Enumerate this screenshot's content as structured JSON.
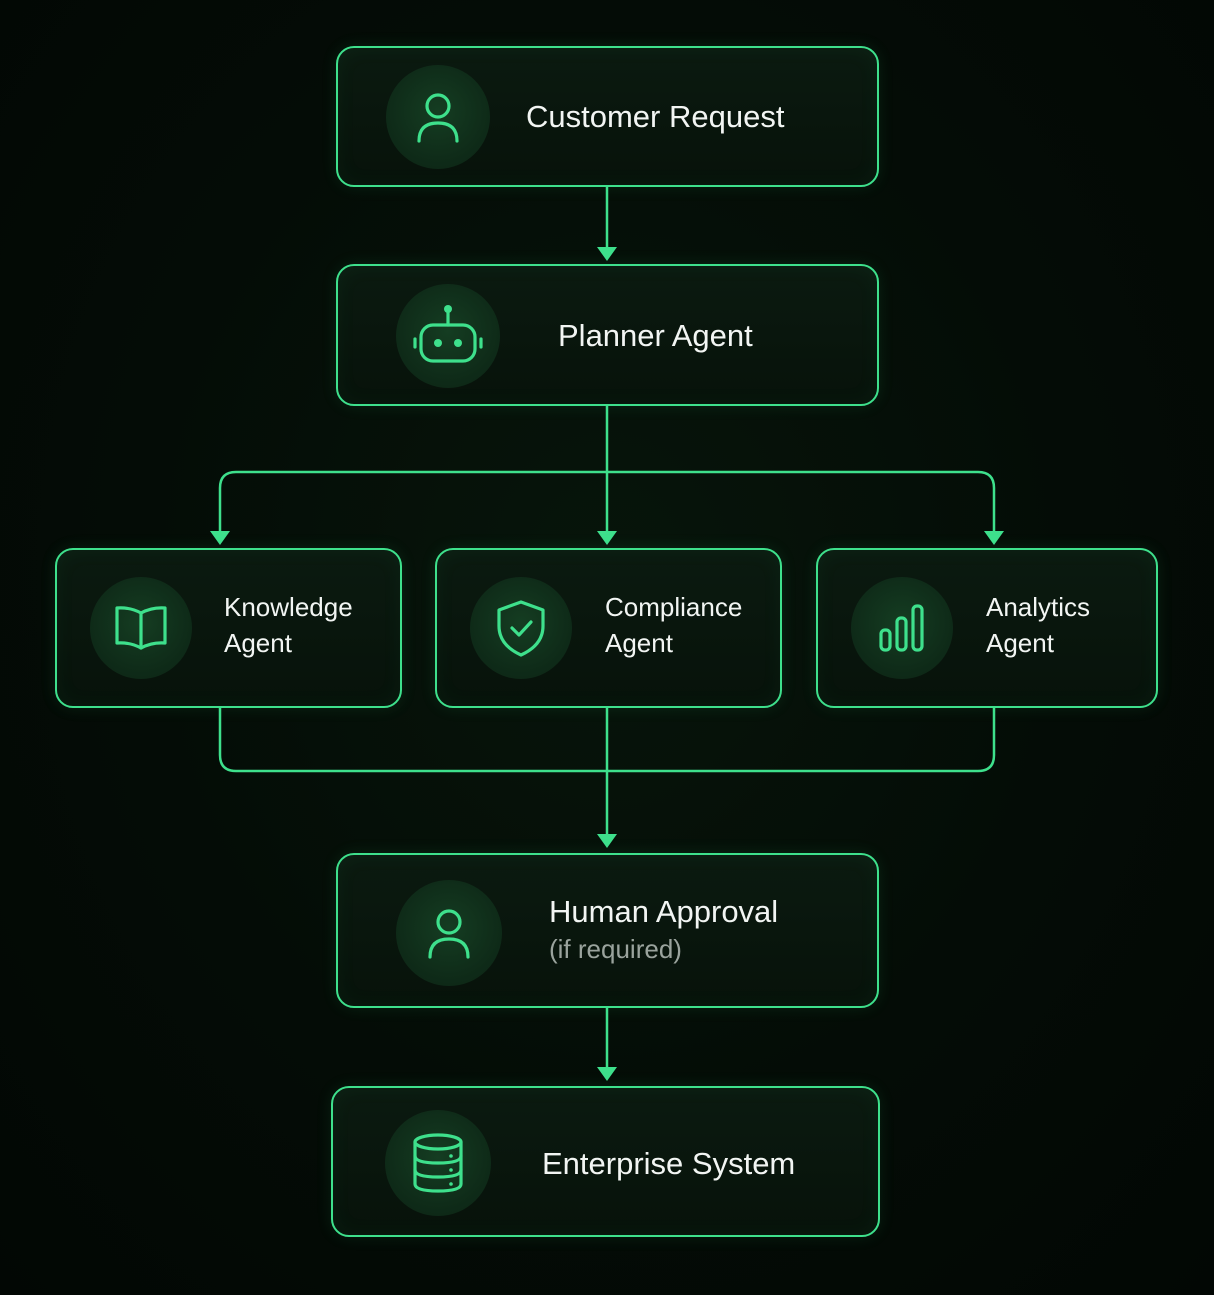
{
  "colors": {
    "background": "#030a05",
    "accent": "#3ee08c",
    "node_fill": "#0a1810",
    "icon_circle": "#113320",
    "text": "#f2f5f3",
    "subtext": "#9aa39d"
  },
  "nodes": {
    "customer_request": {
      "label": "Customer Request",
      "icon": "user-icon"
    },
    "planner_agent": {
      "label": "Planner Agent",
      "icon": "robot-icon"
    },
    "knowledge_agent": {
      "label_line1": "Knowledge",
      "label_line2": "Agent",
      "icon": "book-icon"
    },
    "compliance_agent": {
      "label_line1": "Compliance",
      "label_line2": "Agent",
      "icon": "shield-check-icon"
    },
    "analytics_agent": {
      "label_line1": "Analytics",
      "label_line2": "Agent",
      "icon": "bar-chart-icon"
    },
    "human_approval": {
      "label": "Human Approval",
      "sublabel": "(if required)",
      "icon": "user-icon"
    },
    "enterprise_system": {
      "label": "Enterprise System",
      "icon": "database-icon"
    }
  }
}
